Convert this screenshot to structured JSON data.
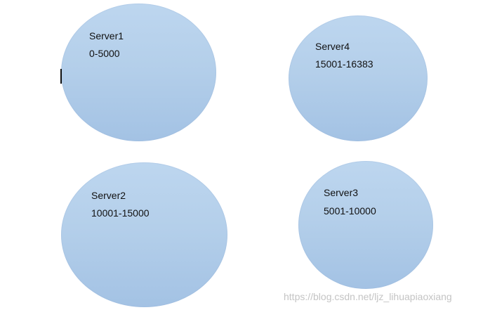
{
  "servers": [
    {
      "name": "Server1",
      "range": "0-5000"
    },
    {
      "name": "Server4",
      "range": "15001-16383"
    },
    {
      "name": "Server2",
      "range": "10001-15000"
    },
    {
      "name": "Server3",
      "range": "5001-10000"
    }
  ],
  "watermark": "https://blog.csdn.net/ljz_lihuapiaoxiang",
  "colors": {
    "ellipse_top": "#bdd6ef",
    "ellipse_bottom": "#a3c2e4",
    "text": "#111111",
    "watermark": "#c4c4c4"
  }
}
